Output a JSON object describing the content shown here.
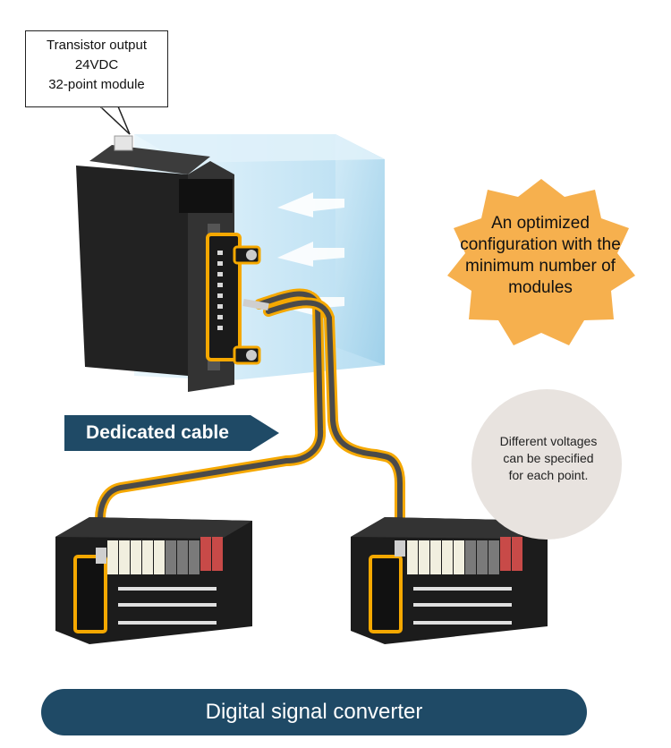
{
  "callout": {
    "lines": [
      "Transistor output",
      "24VDC",
      "32-point module"
    ]
  },
  "starburst": {
    "lines": [
      "An optimized",
      "configuration with the",
      "minimum number of",
      "modules"
    ],
    "color": "#F6B04E"
  },
  "circle_note": {
    "lines": [
      "Different voltages",
      "can be specified",
      "for each point."
    ],
    "color": "#E8E3DF"
  },
  "cable_label": "Dedicated cable",
  "footer_label": "Digital signal converter",
  "colors": {
    "highlight": "#F5A800",
    "cable": "#4A4A4A",
    "label_bg": "#1F4A66",
    "module_body": "#2A2A2A",
    "airflow": "#BFE3F5",
    "relay_light": "#F1EFDF",
    "relay_grey": "#7A7A7A",
    "relay_red": "#C84A48"
  }
}
